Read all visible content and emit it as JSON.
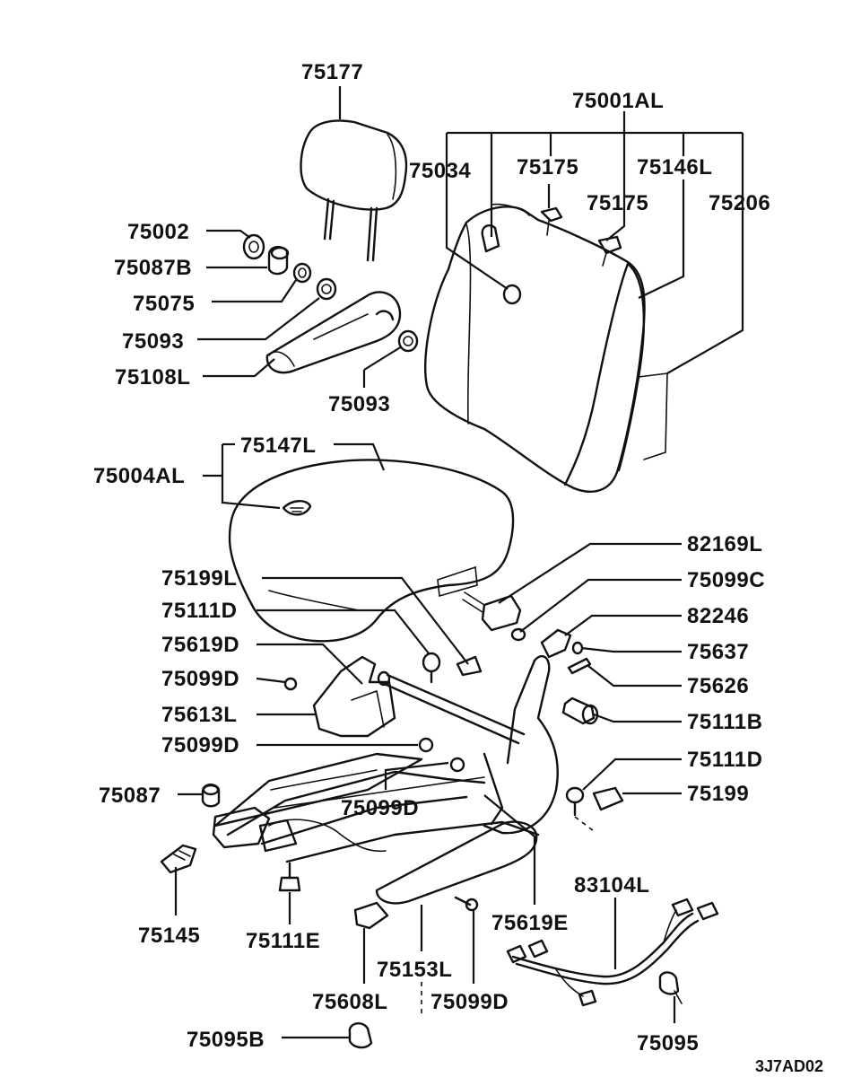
{
  "diagram": {
    "drawing_code": "3J7AD02",
    "labels": {
      "p75177": "75177",
      "p75001AL": "75001AL",
      "p75034": "75034",
      "p75175a": "75175",
      "p75175b": "75175",
      "p75146L": "75146L",
      "p75206": "75206",
      "p75002": "75002",
      "p75087B": "75087B",
      "p75075": "75075",
      "p75093a": "75093",
      "p75108L": "75108L",
      "p75093b": "75093",
      "p75147L": "75147L",
      "p75004AL": "75004AL",
      "p82169L": "82169L",
      "p75199L": "75199L",
      "p75099C": "75099C",
      "p75111Da": "75111D",
      "p82246": "82246",
      "p75619D": "75619D",
      "p75637": "75637",
      "p75099Da": "75099D",
      "p75626": "75626",
      "p75613L": "75613L",
      "p75111B": "75111B",
      "p75099Db": "75099D",
      "p75111Db": "75111D",
      "p75087": "75087",
      "p75199": "75199",
      "p75099Dc": "75099D",
      "p83104L": "83104L",
      "p75145": "75145",
      "p75111E": "75111E",
      "p75619E": "75619E",
      "p75153L": "75153L",
      "p75608L": "75608L",
      "p75099Dd": "75099D",
      "p75095B": "75095B",
      "p75095": "75095"
    }
  }
}
